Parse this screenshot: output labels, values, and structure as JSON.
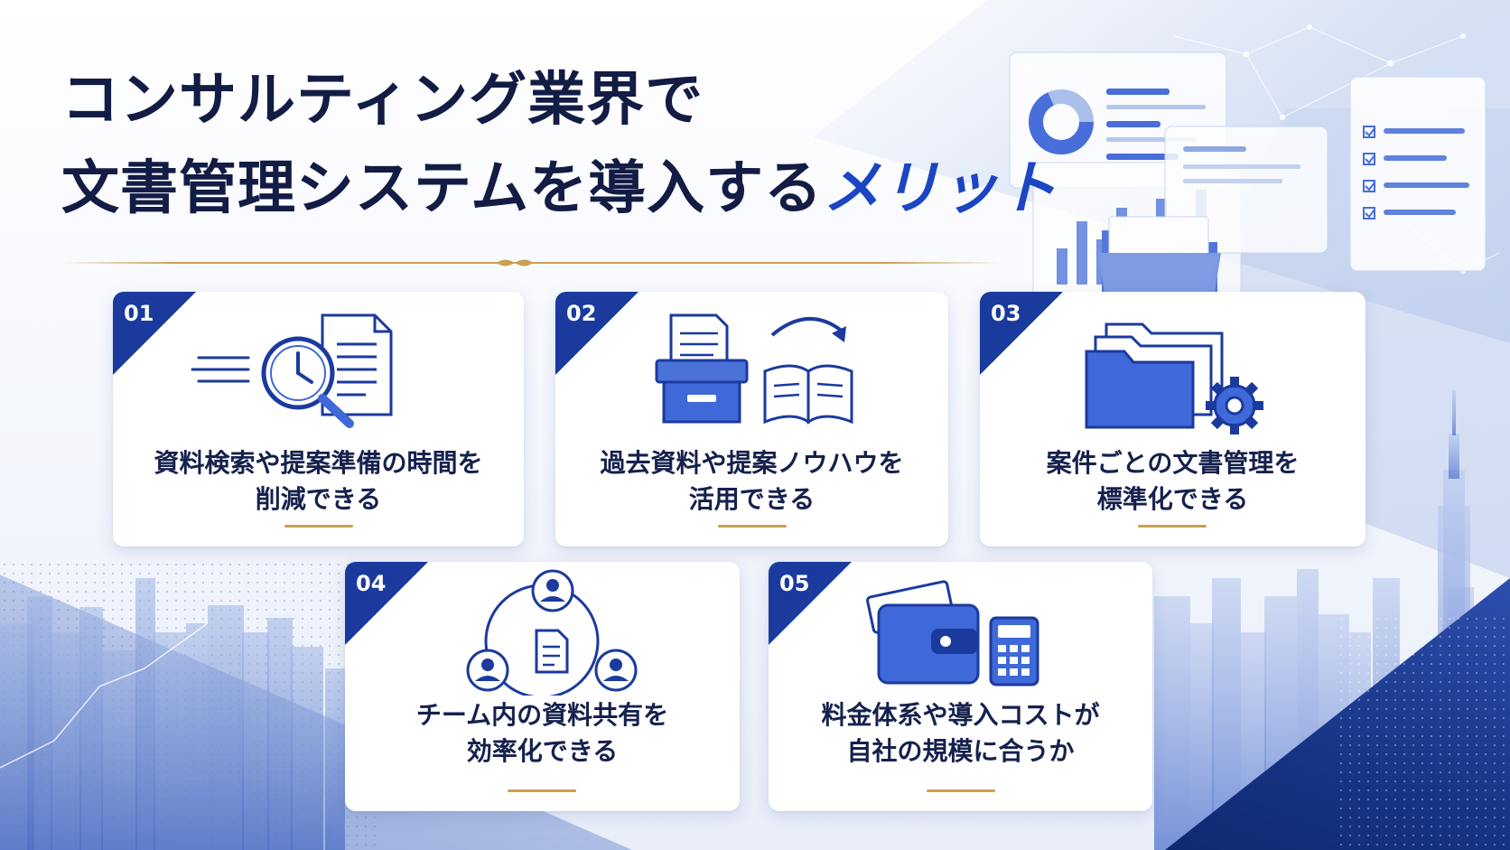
{
  "title": {
    "line1": "コンサルティング業界で",
    "line2_main": "文書管理システムを導入する",
    "line2_accent": "メリット"
  },
  "cards": [
    {
      "number": "01",
      "line1": "資料検索や提案準備の時間を",
      "line2": "削減できる",
      "icon": "clock-magnifier-document-icon"
    },
    {
      "number": "02",
      "line1": "過去資料や提案ノウハウを",
      "line2": "活用できる",
      "icon": "archive-box-to-book-icon"
    },
    {
      "number": "03",
      "line1": "案件ごとの文書管理を",
      "line2": "標準化できる",
      "icon": "folders-gear-icon"
    },
    {
      "number": "04",
      "line1": "チーム内の資料共有を",
      "line2": "効率化できる",
      "icon": "team-share-icon"
    },
    {
      "number": "05",
      "line1": "料金体系や導入コストが",
      "line2": "自社の規模に合うか",
      "icon": "wallet-calculator-icon"
    }
  ],
  "colors": {
    "primary": "#1b3a9e",
    "accent_blue": "#1c45c4",
    "text_dark": "#121c44",
    "gold": "#c9a14e",
    "icon_fill": "#3f68d8",
    "icon_stroke": "#1b3a9e"
  }
}
